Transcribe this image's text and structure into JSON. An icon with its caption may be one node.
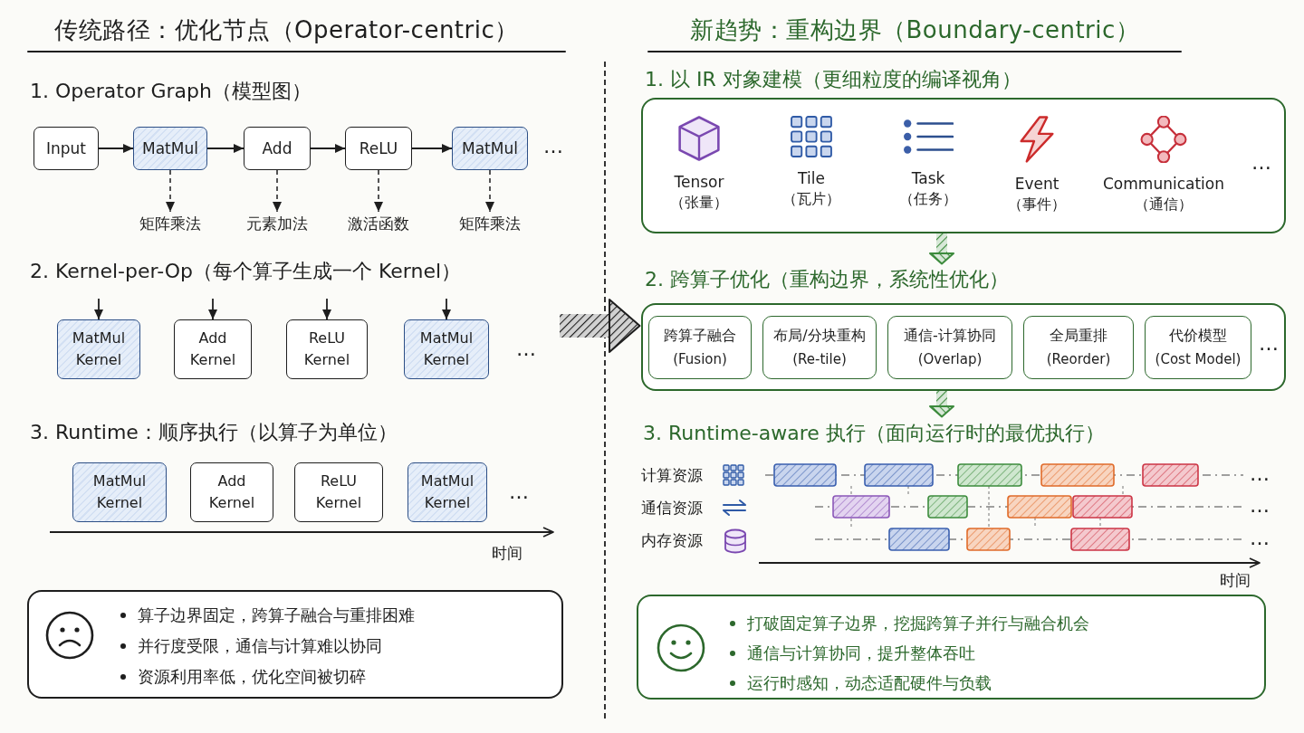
{
  "diagram": {
    "nodes": [
      {
        "text": [
          "Input"
        ]
      },
      {
        "text": [
          "MatMul"
        ]
      },
      {
        "text": [
          "Add"
        ]
      },
      {
        "text": [
          "ReLU"
        ]
      },
      {
        "text": [
          "MatMul"
        ]
      },
      {
        "text": [
          "矩阵乘法"
        ]
      },
      {
        "text": [
          "元素加法"
        ]
      },
      {
        "text": [
          "激活函数"
        ]
      },
      {
        "text": [
          "矩阵乘法"
        ]
      },
      {
        "text": [
          "MatMul Kernel"
        ]
      },
      {
        "text": [
          "Add Kernel"
        ]
      },
      {
        "text": [
          "ReLU Kernel"
        ]
      },
      {
        "text": [
          "MatMul Kernel"
        ]
      },
      {
        "text": [
          "MatMul Kernel"
        ]
      },
      {
        "text": [
          "Add Kernel"
        ]
      },
      {
        "text": [
          "ReLU Kernel"
        ]
      },
      {
        "text": [
          "MatMul Kernel"
        ]
      },
      {
        "text": [
          "算子边界固定，跨算子融合与重排困难",
          "并行度受限，通信与计算难以协同",
          "资源利用率低，优化空间被切碎"
        ]
      },
      {
        "text": [
          "1. 以 IR 对象建模（更细粒度的编译视角）"
        ]
      },
      {
        "text": [
          "Tensor",
          "（张量）"
        ],
        "in": 18
      },
      {
        "text": [
          "Tile",
          "（瓦片）"
        ],
        "in": 18
      },
      {
        "text": [
          "Task",
          "（任务）"
        ],
        "in": 18
      },
      {
        "text": [
          "Event",
          "（事件）"
        ],
        "in": 18
      },
      {
        "text": [
          "Communication",
          "（通信）"
        ],
        "in": 18
      },
      {
        "text": [
          "2. 跨算子优化（重构边界，系统性优化）"
        ]
      },
      {
        "text": [
          "跨算子融合",
          "(Fusion)"
        ],
        "in": 24
      },
      {
        "text": [
          "布局/分块重构",
          "(Re-tile)"
        ],
        "in": 24
      },
      {
        "text": [
          "通信-计算协同",
          "(Overlap)"
        ],
        "in": 24
      },
      {
        "text": [
          "全局重排",
          "(Reorder)"
        ],
        "in": 24
      },
      {
        "text": [
          "代价模型",
          "(Cost Model)"
        ],
        "in": 24
      },
      {
        "text": [
          "3. Runtime-aware 执行（面向运行时的最优执行）"
        ]
      },
      {
        "text": [
          "打破固定算子边界，挖掘跨算子并行与融合机会",
          "通信与计算协同，提升整体吞吐",
          "运行时感知，动态适配硬件与负载"
        ]
      }
    ],
    "edges": [
      {
        "from": 0,
        "to": 1,
        "arrow": "to"
      },
      {
        "from": 1,
        "to": 2,
        "arrow": "to"
      },
      {
        "from": 2,
        "to": 3,
        "arrow": "to"
      },
      {
        "from": 3,
        "to": 4,
        "arrow": "to"
      },
      {
        "from": 1,
        "to": 5,
        "arrow": "to",
        "style": "dashed"
      },
      {
        "from": 2,
        "to": 6,
        "arrow": "to",
        "style": "dashed"
      },
      {
        "from": 3,
        "to": 7,
        "arrow": "to",
        "style": "dashed"
      },
      {
        "from": 4,
        "to": 8,
        "arrow": "to",
        "style": "dashed"
      },
      {
        "from": null,
        "to": 9,
        "arrow": "to"
      },
      {
        "from": null,
        "to": 10,
        "arrow": "to"
      },
      {
        "from": null,
        "to": 11,
        "arrow": "to"
      },
      {
        "from": null,
        "to": 12,
        "arrow": "to"
      },
      {
        "from": null,
        "to": 24,
        "arrow": "to",
        "style": "thick"
      },
      {
        "from": 18,
        "to": 24,
        "arrow": "to",
        "style": "thick",
        "color": "#3d8b3d"
      },
      {
        "from": 24,
        "to": 30,
        "arrow": "to",
        "style": "thick",
        "color": "#3d8b3d"
      }
    ],
    "labels": [
      "传统路径：优化节点（Operator-centric）",
      "1. Operator Graph（模型图）",
      "…",
      "2. Kernel-per-Op（每个算子生成一个 Kernel）",
      "…",
      "3. Runtime：顺序执行（以算子为单位）",
      "…",
      "时间",
      "新趋势：重构边界（Boundary-centric）",
      "…",
      "…",
      "计算资源",
      "…",
      "通信资源",
      "…",
      "内存资源",
      "…",
      "时间"
    ]
  }
}
